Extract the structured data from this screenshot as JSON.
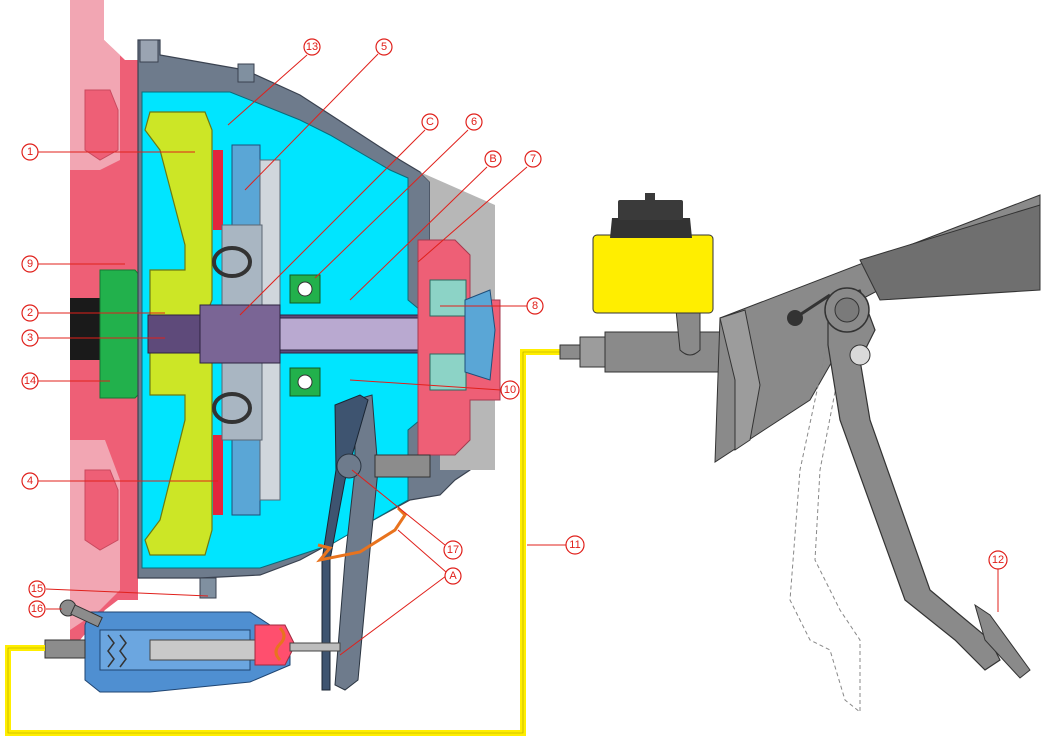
{
  "callouts": {
    "c1": "1",
    "c2": "2",
    "c3": "3",
    "c4": "4",
    "c5": "5",
    "c6": "6",
    "c7": "7",
    "c8": "8",
    "c9": "9",
    "c10": "10",
    "c11": "11",
    "c12": "12",
    "c13": "13",
    "c14": "14",
    "c15": "15",
    "c16": "16",
    "c17": "17",
    "cA": "A",
    "cB": "B",
    "cC": "C"
  },
  "colors": {
    "engine_block": "#ee5f76",
    "engine_block_light": "#f2a6b3",
    "housing_gray": "#6e7b8c",
    "cavity_cyan": "#00e5ff",
    "flywheel_yellow_green": "#cce626",
    "hub_green": "#22b14c",
    "friction_blue": "#5aa6d6",
    "lining_red": "#e3263c",
    "shaft_purple": "#5e4a7a",
    "steel_gray": "#8c8c8c",
    "pedal_gray": "#7d7d7d",
    "reservoir_yellow": "#ffee00",
    "hydraulic_line_yellow": "#ffee00",
    "callout_red": "#e0201b",
    "slave_blue": "#4f8fd1",
    "boot_orange": "#e8731e",
    "piston_pink": "#ff4f6e"
  }
}
